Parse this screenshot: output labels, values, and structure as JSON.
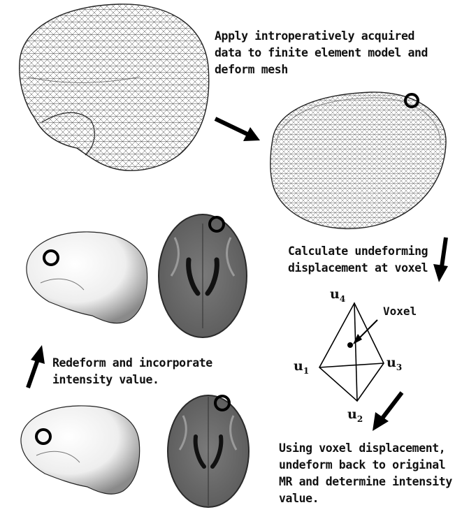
{
  "captions": {
    "step1": "Apply introperatively acquired\ndata to finite element model and\ndeform mesh",
    "step2": "Calculate undeforming\ndisplacement at voxel",
    "step3": "Using voxel displacement,\nundeform back to original\nMR and determine intensity\nvalue.",
    "step4": "Redeform and incorporate\nintensity value."
  },
  "tetrahedron": {
    "u1": "u",
    "u1_sub": "1",
    "u2": "u",
    "u2_sub": "2",
    "u3": "u",
    "u3_sub": "3",
    "u4": "u",
    "u4_sub": "4",
    "voxel": "Voxel"
  }
}
